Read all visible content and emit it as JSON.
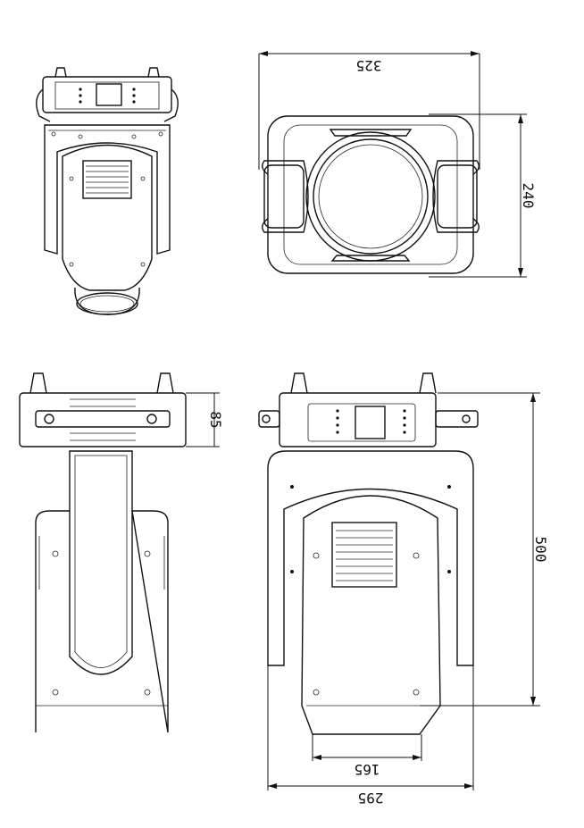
{
  "drawing": {
    "views": [
      "front-view-lens",
      "top-view",
      "side-view",
      "front-view-display"
    ],
    "dimensions": {
      "top_width": "325",
      "top_depth": "240",
      "base_height": "85",
      "total_height": "500",
      "head_bottom_width": "165",
      "total_width": "295"
    }
  }
}
